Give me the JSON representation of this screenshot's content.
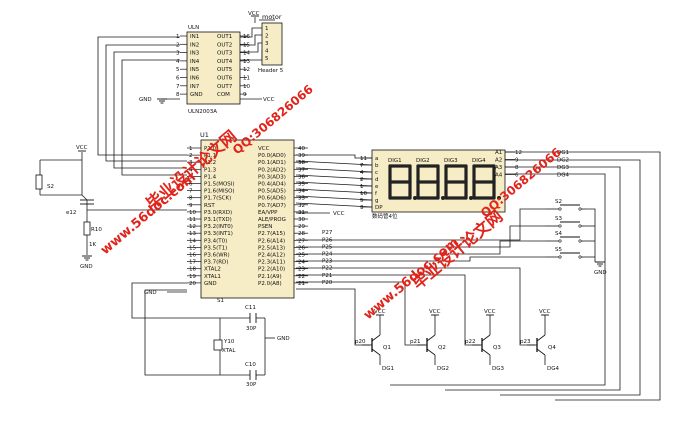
{
  "colors": {
    "wire": "#1a1a1a",
    "watermark": "#e0241b",
    "chip_fill": "#f6ecc6",
    "display_fill": "#f6ecc6"
  },
  "motor": {
    "title": "motor",
    "header_label": "Header 5",
    "pins": [
      "1",
      "2",
      "3",
      "4",
      "5"
    ]
  },
  "uln": {
    "ref": "ULN",
    "part": "ULN2003A",
    "vcc": "VCC",
    "gnd": "GND",
    "in_pins": [
      {
        "num": "1",
        "name": "IN1"
      },
      {
        "num": "2",
        "name": "IN2"
      },
      {
        "num": "3",
        "name": "IN3"
      },
      {
        "num": "4",
        "name": "IN4"
      },
      {
        "num": "5",
        "name": "IN5"
      },
      {
        "num": "6",
        "name": "IN6"
      },
      {
        "num": "7",
        "name": "IN7"
      },
      {
        "num": "8",
        "name": "GND"
      }
    ],
    "out_pins": [
      {
        "num": "16",
        "name": "OUT1"
      },
      {
        "num": "15",
        "name": "OUT2"
      },
      {
        "num": "14",
        "name": "OUT3"
      },
      {
        "num": "13",
        "name": "OUT4"
      },
      {
        "num": "12",
        "name": "OUT5"
      },
      {
        "num": "11",
        "name": "OUT6"
      },
      {
        "num": "10",
        "name": "OUT7"
      },
      {
        "num": "9",
        "name": "COM"
      }
    ]
  },
  "mcu": {
    "ref": "U1",
    "left_pins": [
      {
        "num": "1",
        "name": "P1.0"
      },
      {
        "num": "2",
        "name": "P1.1"
      },
      {
        "num": "3",
        "name": "P1.2"
      },
      {
        "num": "4",
        "name": "P1.3"
      },
      {
        "num": "5",
        "name": "P1.4"
      },
      {
        "num": "6",
        "name": "P1.5(MOSI)"
      },
      {
        "num": "7",
        "name": "P1.6(MISO)"
      },
      {
        "num": "8",
        "name": "P1.7(SCK)"
      },
      {
        "num": "9",
        "name": "RST"
      },
      {
        "num": "10",
        "name": "P3.0(RXD)"
      },
      {
        "num": "11",
        "name": "P3.1(TXD)"
      },
      {
        "num": "12",
        "name": "P3.2(INT0)"
      },
      {
        "num": "13",
        "name": "P3.3(INT1)"
      },
      {
        "num": "14",
        "name": "P3.4(T0)"
      },
      {
        "num": "15",
        "name": "P3.5(T1)"
      },
      {
        "num": "16",
        "name": "P3.6(WR)"
      },
      {
        "num": "17",
        "name": "P3.7(RD)"
      },
      {
        "num": "18",
        "name": "XTAL2"
      },
      {
        "num": "19",
        "name": "XTAL1"
      },
      {
        "num": "20",
        "name": "GND"
      }
    ],
    "right_pins": [
      {
        "num": "40",
        "name": "VCC",
        "net": ""
      },
      {
        "num": "39",
        "name": "P0.0(AD0)",
        "net": ""
      },
      {
        "num": "38",
        "name": "P0.1(AD1)",
        "net": ""
      },
      {
        "num": "37",
        "name": "P0.2(AD2)",
        "net": ""
      },
      {
        "num": "36",
        "name": "P0.3(AD3)",
        "net": ""
      },
      {
        "num": "35",
        "name": "P0.4(AD4)",
        "net": ""
      },
      {
        "num": "34",
        "name": "P0.5(AD5)",
        "net": ""
      },
      {
        "num": "33",
        "name": "P0.6(AD6)",
        "net": ""
      },
      {
        "num": "32",
        "name": "P0.7(AD7)",
        "net": ""
      },
      {
        "num": "31",
        "name": "EA/VPP",
        "net": ""
      },
      {
        "num": "30",
        "name": "ALE/PROG",
        "net": ""
      },
      {
        "num": "29",
        "name": "PSEN",
        "net": ""
      },
      {
        "num": "28",
        "name": "P2.7(A15)",
        "net": "P27"
      },
      {
        "num": "27",
        "name": "P2.6(A14)",
        "net": "P26"
      },
      {
        "num": "26",
        "name": "P2.5(A13)",
        "net": "P25"
      },
      {
        "num": "25",
        "name": "P2.4(A12)",
        "net": "P24"
      },
      {
        "num": "24",
        "name": "P2.3(A11)",
        "net": "P23"
      },
      {
        "num": "23",
        "name": "P2.2(A10)",
        "net": "P22"
      },
      {
        "num": "22",
        "name": "P2.1(A9)",
        "net": "P21"
      },
      {
        "num": "21",
        "name": "P2.0(A8)",
        "net": "P20"
      }
    ],
    "ea_vcc": "VCC"
  },
  "display": {
    "title": "数码管4位",
    "digits_text": [
      "8.",
      "8.",
      "8.",
      "8."
    ],
    "digit_tags": [
      "DIG1",
      "DIG2",
      "DIG3",
      "DIG4"
    ],
    "left_seg": [
      {
        "num": "11",
        "name": "a"
      },
      {
        "num": "7",
        "name": "b"
      },
      {
        "num": "4",
        "name": "c"
      },
      {
        "num": "2",
        "name": "d"
      },
      {
        "num": "1",
        "name": "e"
      },
      {
        "num": "10",
        "name": "f"
      },
      {
        "num": "5",
        "name": "g"
      },
      {
        "num": "3",
        "name": "DP"
      }
    ],
    "right_pins": [
      {
        "num": "12",
        "name": "A1",
        "net": "DG1"
      },
      {
        "num": "9",
        "name": "A2",
        "net": "DG2"
      },
      {
        "num": "8",
        "name": "A3",
        "net": "DG3"
      },
      {
        "num": "6",
        "name": "A4",
        "net": "DG4"
      }
    ]
  },
  "reset": {
    "button": "S2",
    "vcc": "VCC",
    "cap": "e12",
    "res": "R10",
    "res_val": "1K",
    "gnd": "GND"
  },
  "crystal": {
    "ref": "Y10",
    "type": "XTAL",
    "c1": "C11",
    "c1_val": "30P",
    "c2": "C10",
    "c2_val": "30P",
    "gnd": "GND",
    "s1": "S1"
  },
  "keys": {
    "labels": [
      "S2",
      "S3",
      "S4",
      "S5"
    ],
    "gnd": "GND"
  },
  "transistors": [
    {
      "ref": "Q1",
      "base": "p20",
      "vcc": "VCC",
      "digit": "DG1"
    },
    {
      "ref": "Q2",
      "base": "p21",
      "vcc": "VCC",
      "digit": "DG2"
    },
    {
      "ref": "Q3",
      "base": "p22",
      "vcc": "VCC",
      "digit": "DG3"
    },
    {
      "ref": "Q4",
      "base": "p23",
      "vcc": "VCC",
      "digit": "DG4"
    }
  ],
  "watermarks": {
    "site": "www.56doc.com",
    "qq": "QQ:306826066",
    "cn": "毕业设计论文网"
  }
}
